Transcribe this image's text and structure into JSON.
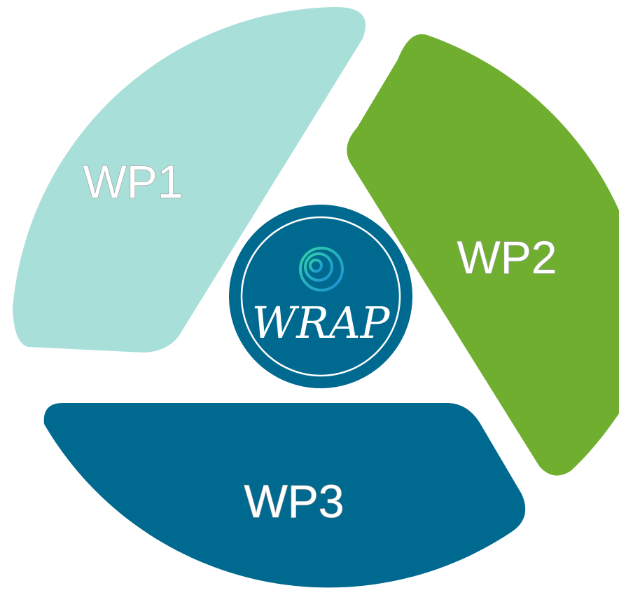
{
  "diagram": {
    "segments": [
      {
        "id": "wp1",
        "label": "WP1",
        "color": "#a8e0d9"
      },
      {
        "id": "wp2",
        "label": "WP2",
        "color": "#6fae2f"
      },
      {
        "id": "wp3",
        "label": "WP3",
        "color": "#00698f"
      }
    ],
    "logo": {
      "text": "WRAP",
      "circle_color": "#00698f",
      "ring_color": "#ffffff",
      "icon": "swirl-icon",
      "icon_colors": [
        "#2fd1a6",
        "#1d8fd6"
      ]
    }
  }
}
